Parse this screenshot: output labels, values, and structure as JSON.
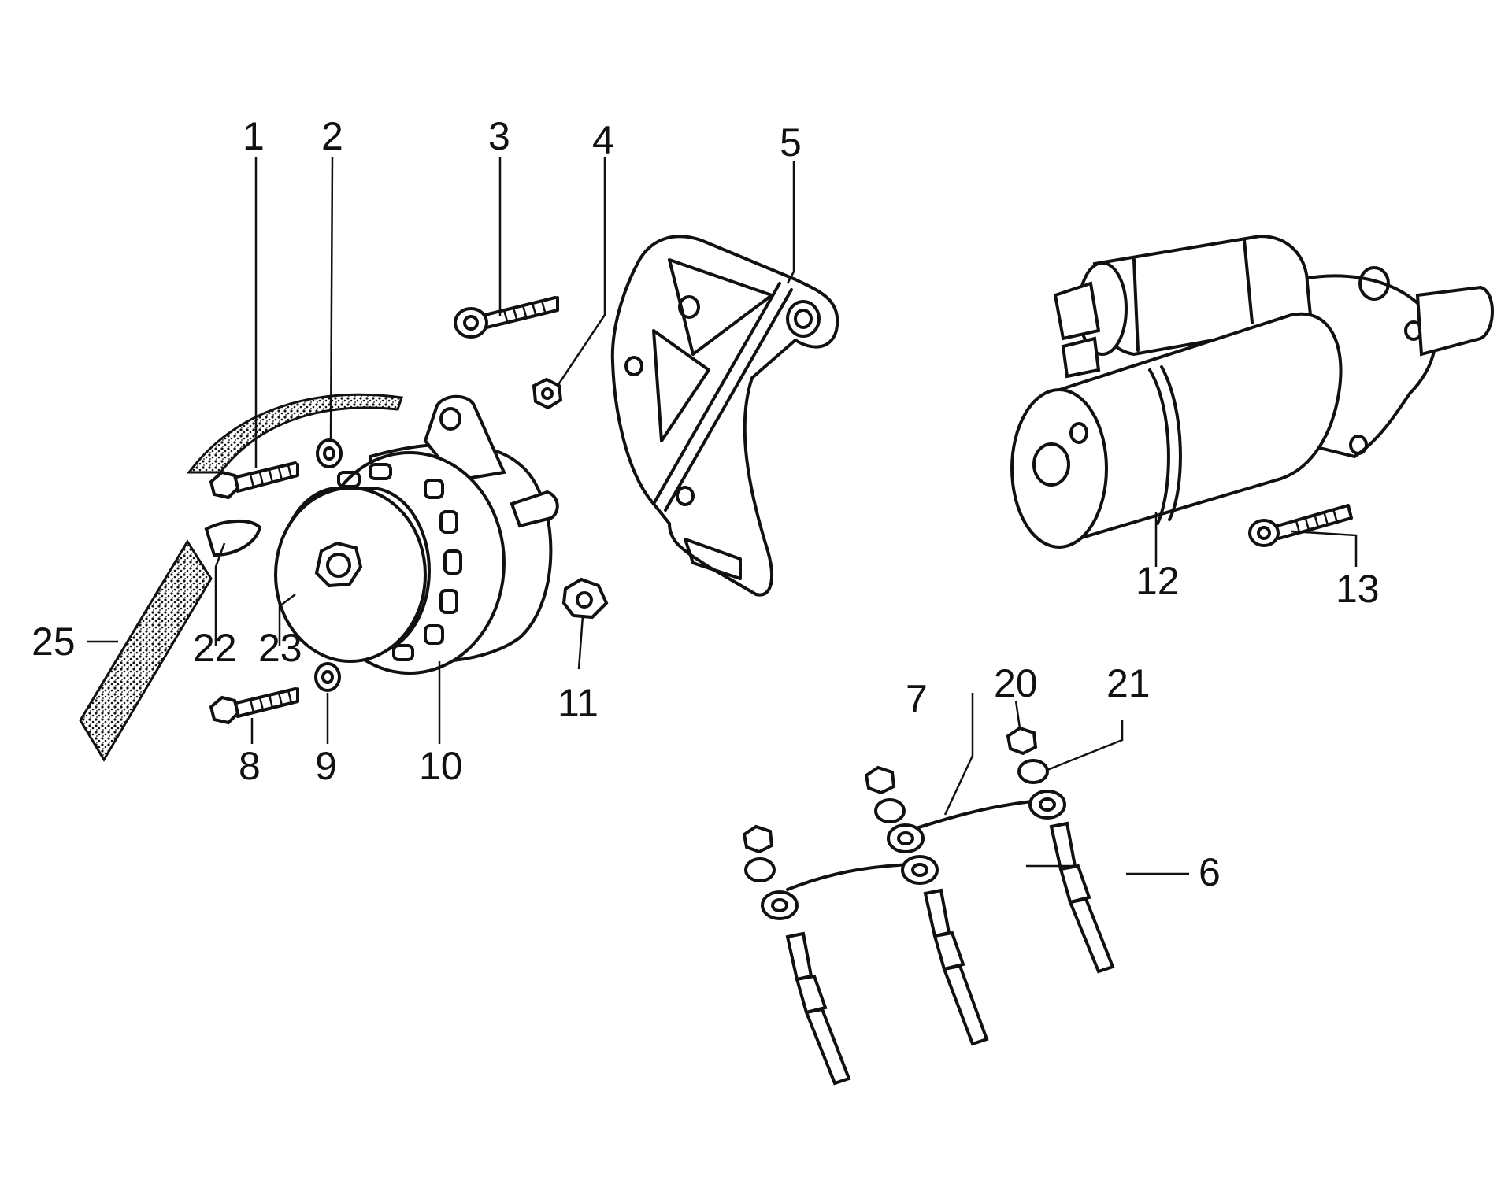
{
  "diagram": {
    "callouts": [
      {
        "id": "1",
        "part": "alternator-mounting-bolt"
      },
      {
        "id": "2",
        "part": "washer"
      },
      {
        "id": "3",
        "part": "bracket-bolt"
      },
      {
        "id": "4",
        "part": "nut"
      },
      {
        "id": "5",
        "part": "alternator-bracket"
      },
      {
        "id": "6",
        "part": "glow-plug"
      },
      {
        "id": "7",
        "part": "glow-plug-connector-strip"
      },
      {
        "id": "8",
        "part": "alternator-lower-bolt"
      },
      {
        "id": "9",
        "part": "washer"
      },
      {
        "id": "10",
        "part": "alternator"
      },
      {
        "id": "11",
        "part": "nut"
      },
      {
        "id": "12",
        "part": "starter-motor"
      },
      {
        "id": "13",
        "part": "starter-bolt"
      },
      {
        "id": "20",
        "part": "nut"
      },
      {
        "id": "21",
        "part": "washer"
      },
      {
        "id": "22",
        "part": "key"
      },
      {
        "id": "23",
        "part": "pulley"
      },
      {
        "id": "25",
        "part": "drive-belt"
      }
    ],
    "colors": {
      "ink": "#111111",
      "background": "#ffffff"
    }
  }
}
